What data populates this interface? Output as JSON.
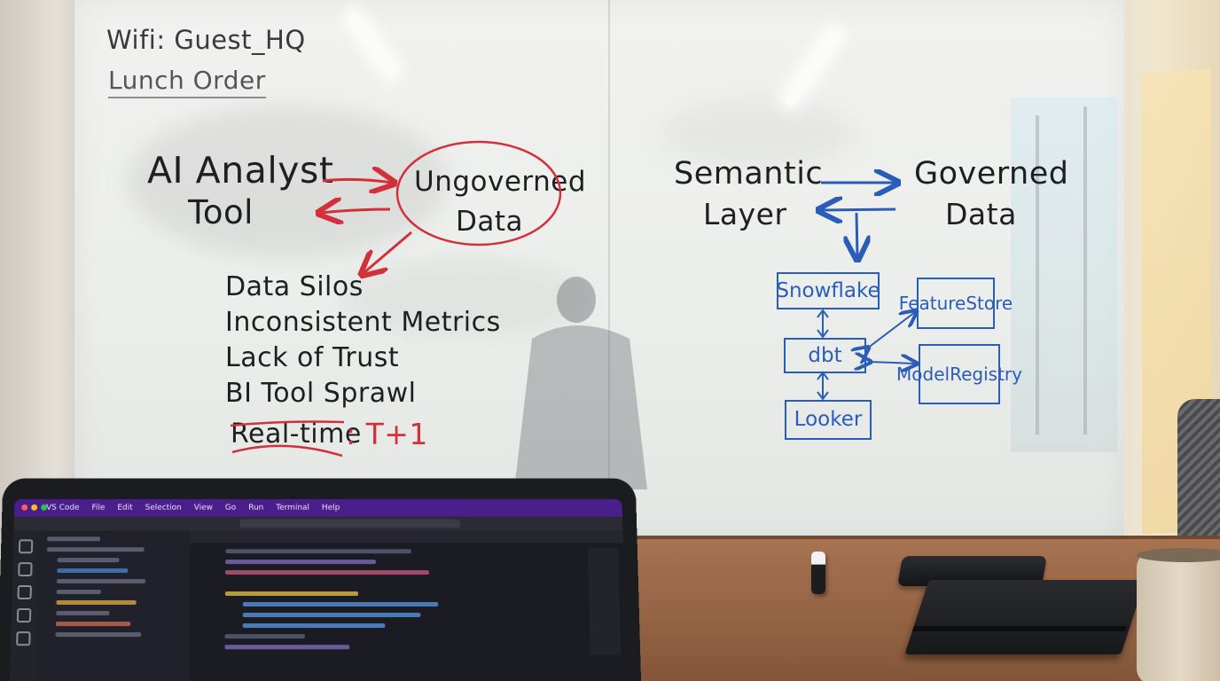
{
  "whiteboard": {
    "notes": {
      "wifi": "Wifi: Guest_HQ",
      "lunch": "Lunch Order"
    },
    "left_diagram": {
      "source_line1": "AI Analyst",
      "source_line2": "Tool",
      "target_line1": "Ungoverned",
      "target_line2": "Data",
      "problems": [
        "Data Silos",
        "Inconsistent Metrics",
        "Lack of Trust",
        "BI Tool Sprawl"
      ],
      "struck_item": "Real-time",
      "replacement": ": T+1"
    },
    "right_diagram": {
      "source_line1": "Semantic",
      "source_line2": "Layer",
      "target_line1": "Governed",
      "target_line2": "Data",
      "nodes": {
        "snowflake": "Snowflake",
        "dbt": "dbt",
        "looker": "Looker",
        "feature_store_line1": "Feature",
        "feature_store_line2": "Store",
        "model_registry_line1": "Model",
        "model_registry_line2": "Registry"
      }
    },
    "colors": {
      "black_ink": "#1f1f22",
      "red_ink": "#d2303a",
      "blue_ink": "#2b5db8"
    }
  },
  "laptop": {
    "menu_items": [
      "VS Code",
      "File",
      "Edit",
      "Selection",
      "View",
      "Go",
      "Run",
      "Terminal",
      "Help"
    ],
    "accent": "#4a1f8c"
  }
}
